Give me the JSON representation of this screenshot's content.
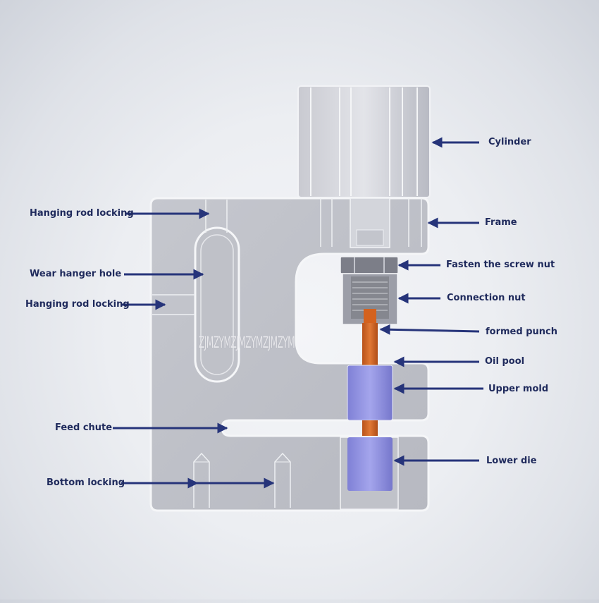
{
  "labels": {
    "cylinder": "Cylinder",
    "frame": "Frame",
    "fasten_screw_nut": "Fasten the screw nut",
    "connection_nut": "Connection nut",
    "formed_punch": "formed punch",
    "oil_pool": "Oil pool",
    "upper_mold": "Upper mold",
    "lower_die": "Lower die",
    "hanging_rod_locking_top": "Hanging rod locking",
    "wear_hanger_hole": "Wear hanger hole",
    "hanging_rod_locking_mid": "Hanging rod locking",
    "feed_chute": "Feed chute",
    "bottom_locking": "Bottom locking"
  },
  "watermark": "ZJMZYMZJMZYMZJMZYM",
  "colors": {
    "label_text": "#1f2a5c",
    "arrow": "#26347a",
    "punch": "#d4621e",
    "mold": "#8f8fe0",
    "frame_outline": "#f5f6f8"
  }
}
